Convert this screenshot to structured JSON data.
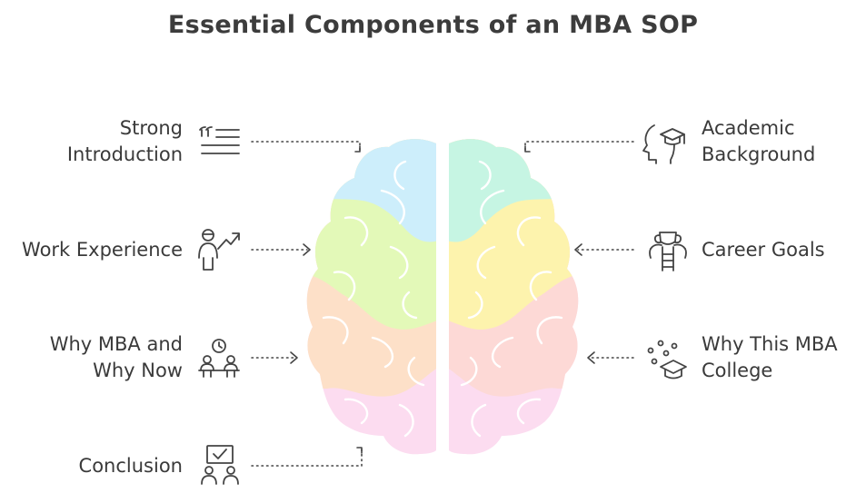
{
  "title": "Essential Components of an MBA SOP",
  "left": [
    {
      "lines": [
        "Strong",
        "Introduction"
      ],
      "icon": "quote-list-icon"
    },
    {
      "lines": [
        "Work Experience"
      ],
      "icon": "person-growth-icon"
    },
    {
      "lines": [
        "Why MBA and",
        "Why Now"
      ],
      "icon": "meeting-clock-icon"
    },
    {
      "lines": [
        "Conclusion"
      ],
      "icon": "checked-board-icon"
    }
  ],
  "right": [
    {
      "lines": [
        "Academic",
        "Background"
      ],
      "icon": "head-graduation-cap-icon"
    },
    {
      "lines": [
        "Career Goals"
      ],
      "icon": "trophy-ladder-icon"
    },
    {
      "lines": [
        "Why This MBA",
        "College"
      ],
      "icon": "graduation-cap-dots-icon"
    }
  ],
  "colors": {
    "blue": "#cdeefb",
    "mint": "#c6f5e3",
    "lime": "#e3f9b8",
    "yellow": "#fdf3ad",
    "peach": "#fde0c8",
    "salmon": "#fdd9d6",
    "pink": "#fcdcf0",
    "line": "#444444"
  }
}
